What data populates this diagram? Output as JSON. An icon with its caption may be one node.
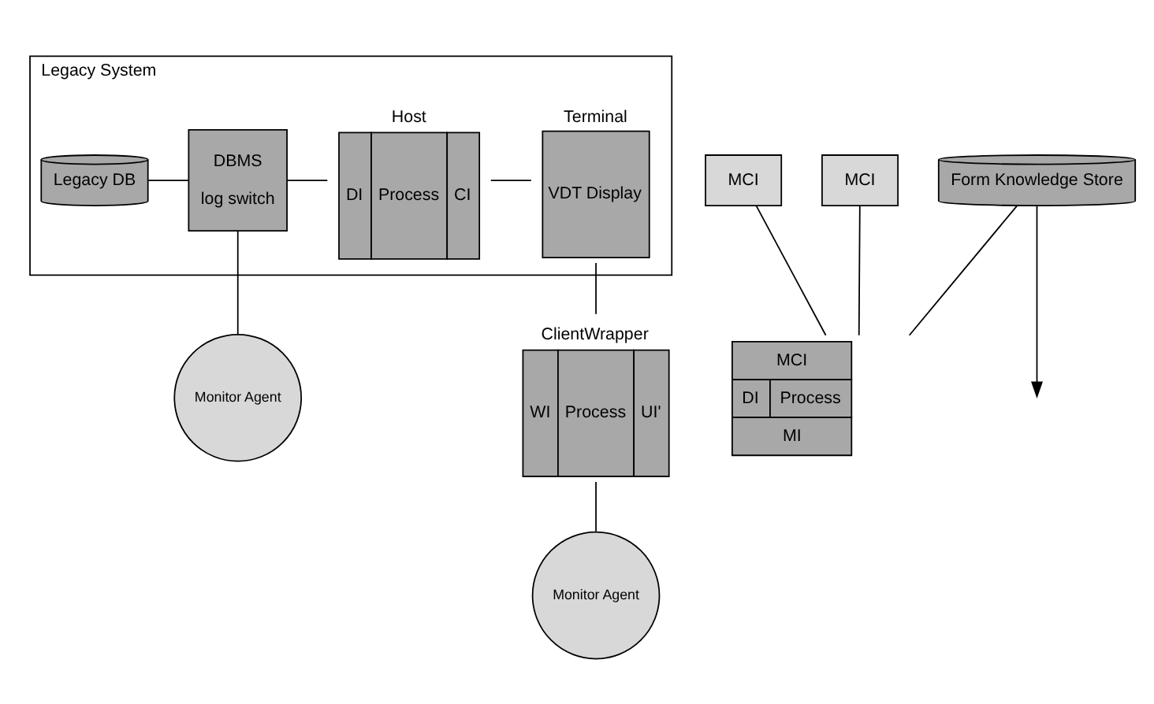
{
  "diagram": {
    "nodes": [
      {
        "text": [
          "Legacy System"
        ]
      },
      {
        "text": [
          "Legacy DB"
        ],
        "in": 0
      },
      {
        "text": [
          "DBMS",
          "log switch"
        ],
        "in": 0
      },
      {
        "text": [
          "Host",
          "DI",
          "Process",
          "CI"
        ],
        "in": 0
      },
      {
        "text": [
          "Terminal",
          "VDT Display"
        ],
        "in": 0
      },
      {
        "text": [
          "ClientWrapper",
          "WI",
          "Process",
          "UI'"
        ]
      },
      {
        "text": [
          "Monitor Agent"
        ]
      },
      {
        "text": [
          "MCI"
        ]
      },
      {
        "text": [
          "Monitor Agent"
        ]
      },
      {
        "text": [
          "MCI"
        ]
      },
      {
        "text": [
          "MCI",
          "DI",
          "Process",
          "MI"
        ]
      },
      {
        "text": [
          "Form Knowledge Store"
        ]
      }
    ],
    "edges": [
      {
        "from": 1,
        "to": 2,
        "arrow": "none"
      },
      {
        "from": 2,
        "to": 3,
        "arrow": "none"
      },
      {
        "from": 3,
        "to": 4,
        "arrow": "none"
      },
      {
        "from": 4,
        "to": 5,
        "arrow": "none"
      },
      {
        "from": 2,
        "to": 6,
        "arrow": "none"
      },
      {
        "from": 5,
        "to": 8,
        "arrow": "none"
      },
      {
        "from": 7,
        "to": 10,
        "arrow": "none"
      },
      {
        "from": 9,
        "to": 10,
        "arrow": "none"
      },
      {
        "from": 11,
        "to": 10,
        "arrow": "none"
      },
      {
        "from": 11,
        "to": null,
        "arrow": "to"
      }
    ]
  }
}
